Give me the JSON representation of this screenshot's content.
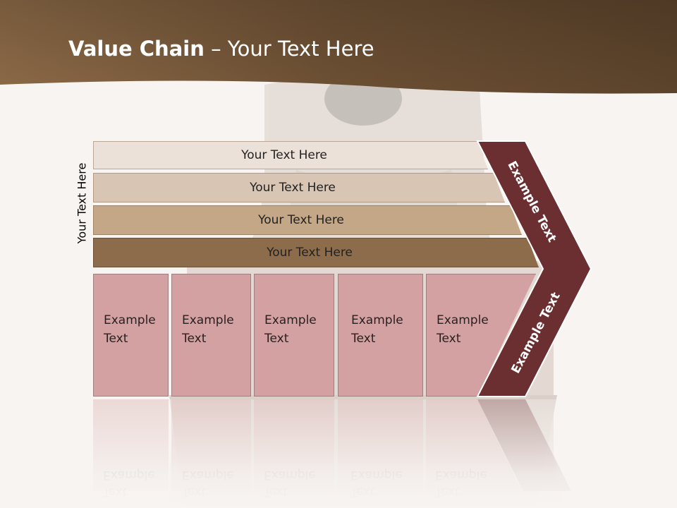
{
  "title": {
    "bold": "Value Chain",
    "rest": " – Your Text Here"
  },
  "side_label": "Your Text Here",
  "bars": [
    {
      "label": "Your Text Here",
      "color": "#ebe1d9"
    },
    {
      "label": "Your Text Here",
      "color": "#d9c5b3"
    },
    {
      "label": "Your Text Here",
      "color": "#c3a786"
    },
    {
      "label": "Your Text Here",
      "color": "#8c6c4b"
    }
  ],
  "cells": [
    {
      "line1": "Example",
      "line2": "Text"
    },
    {
      "line1": "Example",
      "line2": "Text"
    },
    {
      "line1": "Example",
      "line2": "Text"
    },
    {
      "line1": "Example",
      "line2": "Text"
    },
    {
      "line1": "Example",
      "line2": "Text"
    }
  ],
  "chevron": {
    "upper_label": "Example Text",
    "lower_label": "Example Text",
    "color": "#6b2e31"
  },
  "colors": {
    "header": "#6f5135",
    "cell": "#d4a1a3",
    "background": "#f7f4f1"
  }
}
